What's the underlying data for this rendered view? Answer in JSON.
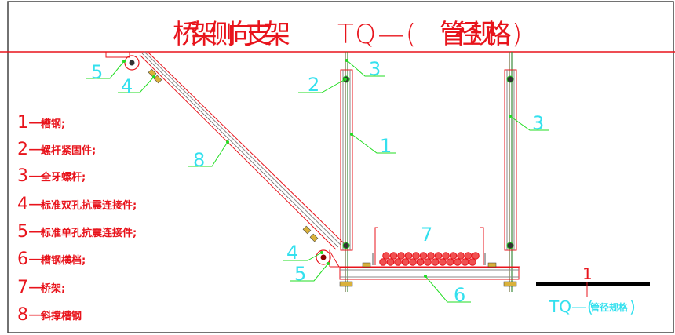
{
  "title": {
    "main": "桥架侧向支架",
    "code": "TQ—(",
    "spec": "管径规格",
    "close": ")"
  },
  "legend": [
    {
      "num": "1—",
      "text": "槽钢;"
    },
    {
      "num": "2—",
      "text": "螺杆紧固件;"
    },
    {
      "num": "3—",
      "text": "全牙螺杆;"
    },
    {
      "num": "4—",
      "text": "标准双孔抗震连接件;"
    },
    {
      "num": "5—",
      "text": "标准单孔抗震连接件;"
    },
    {
      "num": "6—",
      "text": "槽钢横档;"
    },
    {
      "num": "7—",
      "text": "桥架;"
    },
    {
      "num": "8—",
      "text": "斜撑槽钢"
    }
  ],
  "callouts": {
    "top_5": "5",
    "top_4": "4",
    "brace_8": "8",
    "rod_3_left": "3",
    "fastener_2": "2",
    "channel_1": "1",
    "rod_3_right": "3",
    "tray_7": "7",
    "bottom_4": "4",
    "bottom_5": "5",
    "crossbar_6": "6"
  },
  "section": {
    "mark": "1",
    "code": "TQ—(",
    "spec": "管径规格",
    "close": ")"
  },
  "colors": {
    "red": "#e8141c",
    "cyan": "#33e0ee",
    "green": "#22dd22",
    "black": "#000000"
  }
}
